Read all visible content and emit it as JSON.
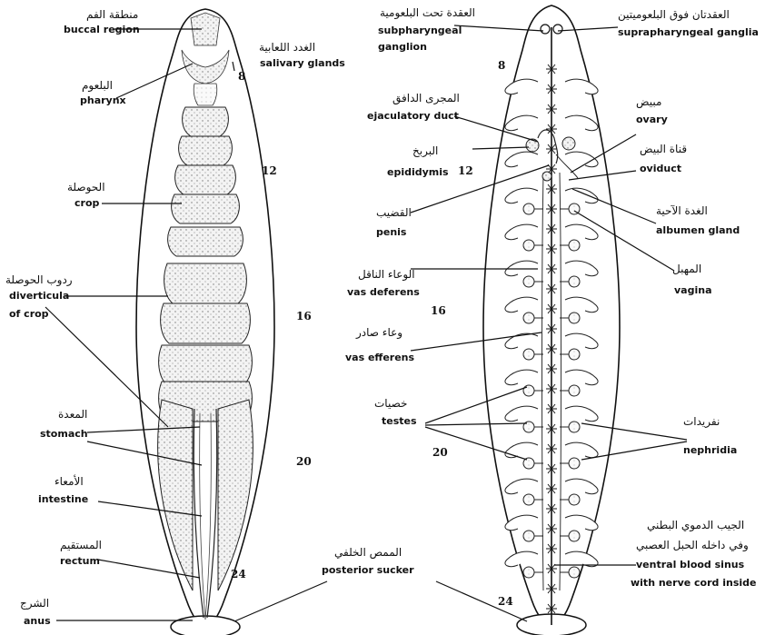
{
  "left": {
    "labels": {
      "buccal_ar": "منطقة الفم",
      "buccal_en": "buccal region",
      "salivary_ar": "الغدد اللعابية",
      "salivary_en": "salivary glands",
      "pharynx_ar": "البلعوم",
      "pharynx_en": "pharynx",
      "crop_ar": "الحوصلة",
      "crop_en": "crop",
      "divert_ar": "ردوب الحوصلة",
      "divert_en1": "diverticula",
      "divert_en2": "of crop",
      "stomach_ar": "المعدة",
      "stomach_en": "stomach",
      "intestine_ar": "الأمعاء",
      "intestine_en": "intestine",
      "rectum_ar": "المستقيم",
      "rectum_en": "rectum",
      "anus_ar": "الشرج",
      "anus_en": "anus"
    },
    "segments": [
      "8",
      "12",
      "16",
      "20",
      "24"
    ]
  },
  "center": {
    "sucker_ar": "الممص الخلفي",
    "sucker_en": "posterior sucker"
  },
  "right": {
    "labels": {
      "subph_ar": "العقدة تحت البلعومية",
      "subph_en1": "subpharyngeal",
      "subph_en2": "ganglion",
      "supra_ar": "العقدتان فوق البلعوميتين",
      "supra_en": "suprapharyngeal ganglia",
      "ejac_ar": "المجرى الدافق",
      "ejac_en": "ejaculatory duct",
      "ovary_ar": "مبيض",
      "ovary_en": "ovary",
      "epid_ar": "البربخ",
      "epid_en": "epididymis",
      "oviduct_ar": "قناة البيض",
      "oviduct_en": "oviduct",
      "penis_ar": "القضيب",
      "penis_en": "penis",
      "albumen_ar": "الغدة الآحية",
      "albumen_en": "albumen gland",
      "vasdef_ar": "الوعاء الناقل",
      "vasdef_en": "vas deferens",
      "vagina_ar": "المهبل",
      "vagina_en": "vagina",
      "vaseff_ar": "وعاء صادر",
      "vaseff_en": "vas efferens",
      "testes_ar": "خصيات",
      "testes_en": "testes",
      "nephr_ar": "نفريدات",
      "nephr_en": "nephridia",
      "sinus_ar1": "الجيب الدموي البطني",
      "sinus_ar2": "وفي داخله الحبل العصبي",
      "sinus_en1": "ventral blood sinus",
      "sinus_en2": "with nerve cord inside"
    },
    "segments": [
      "8",
      "12",
      "16",
      "20",
      "24"
    ]
  }
}
